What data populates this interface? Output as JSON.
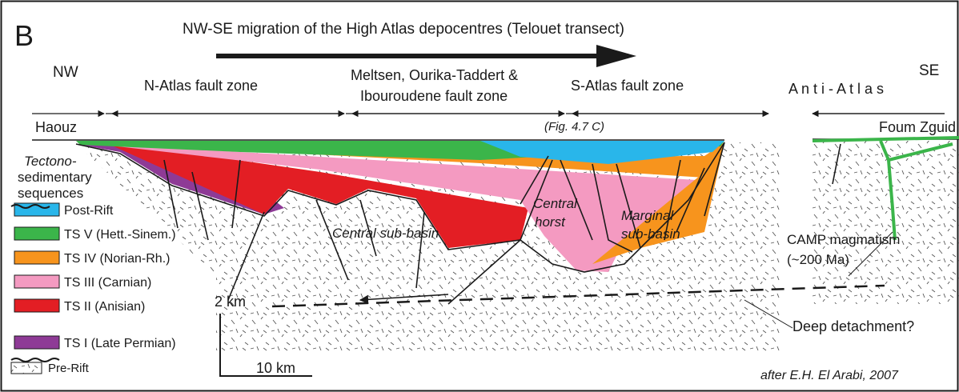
{
  "panel_label": "B",
  "title": "NW-SE migration of the High Atlas depocentres (Telouet transect)",
  "direction": {
    "nw": "NW",
    "se": "SE"
  },
  "zones": {
    "n_atlas": "N-Atlas fault zone",
    "meltsen_line1": "Meltsen, Ourika-Taddert &",
    "meltsen_line2": "Ibouroudene fault zone",
    "s_atlas": "S-Atlas fault zone",
    "anti_atlas": "A n t i -  A t l a s"
  },
  "places": {
    "haouz": "Haouz",
    "foum": "Foum Zguid"
  },
  "fig_ref": "(Fig. 4.7 C)",
  "sequences_title": [
    "Tectono-",
    "sedimentary",
    "sequences"
  ],
  "legend": [
    {
      "key": "post_rift",
      "label": "Post-Rift",
      "color": "#29b6ea"
    },
    {
      "key": "ts5",
      "label": "TS V (Hett.-Sinem.)",
      "color": "#3bb54a"
    },
    {
      "key": "ts4",
      "label": "TS  IV (Norian-Rh.)",
      "color": "#f7941d"
    },
    {
      "key": "ts3",
      "label": "TS III (Carnian)",
      "color": "#f49ac1"
    },
    {
      "key": "ts2",
      "label": "TS II (Anisian)",
      "color": "#e31e24"
    },
    {
      "key": "ts1",
      "label": "TS I (Late Permian)",
      "color": "#8e3a96"
    },
    {
      "key": "unconf",
      "label": "",
      "color": "#1a1a1a"
    },
    {
      "key": "pre_rift",
      "label": "Pre-Rift",
      "color": "#ffffff"
    }
  ],
  "annotations": {
    "central_sub_basin": "Central sub-basin",
    "central_horst_1": "Central",
    "central_horst_2": "horst",
    "marginal_1": "Marginal",
    "marginal_2": "sub-basin",
    "camp_1": "CAMP magmatism",
    "camp_2": "(~200 Ma)",
    "deep_detachment": "Deep detachment?",
    "vscale": "2 km",
    "hscale": "10 km",
    "credit": "after E.H. El Arabi, 2007"
  }
}
